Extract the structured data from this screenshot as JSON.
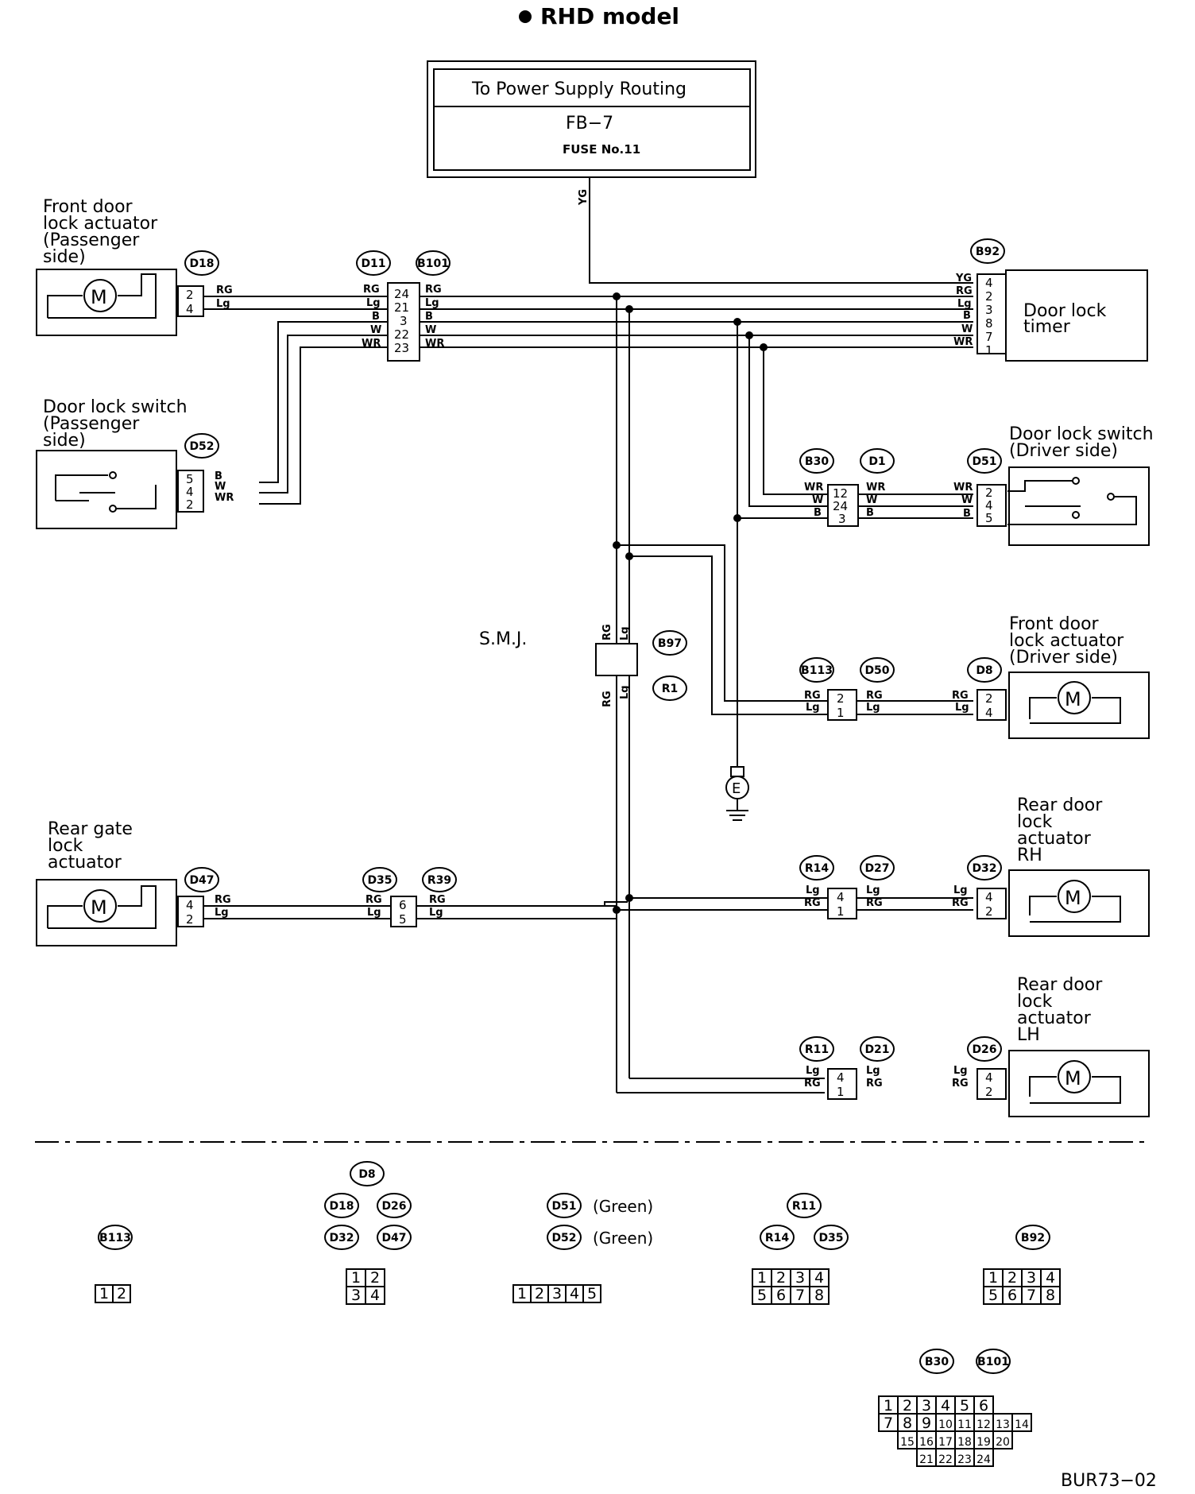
{
  "title": "RHD model",
  "footer_code": "BUR73−02",
  "power": {
    "line1": "To Power Supply Routing",
    "line2": "FB−7",
    "line3": "FUSE No.11",
    "wire": "YG"
  },
  "components": {
    "fdla_pass": [
      "Front door",
      "lock actuator",
      "(Passenger",
      " side)"
    ],
    "dls_pass": [
      "Door lock switch",
      "(Passenger",
      " side)"
    ],
    "timer": [
      "Door lock",
      "timer"
    ],
    "dls_drv": [
      "Door lock switch",
      "(Driver side)"
    ],
    "fdla_drv": [
      "Front door",
      "lock actuator",
      "(Driver side)"
    ],
    "smj": "S.M.J.",
    "rear_gate": [
      "Rear gate",
      " lock",
      " actuator"
    ],
    "rdla_rh": [
      "Rear door",
      " lock",
      " actuator",
      " RH"
    ],
    "rdla_lh": [
      "Rear door",
      " lock",
      " actuator",
      " LH"
    ]
  },
  "connectors": [
    "D18",
    "D11",
    "B101",
    "B92",
    "D52",
    "B30",
    "D1",
    "D51",
    "B97",
    "R1",
    "B113",
    "D50",
    "D8",
    "D47",
    "D35",
    "R39",
    "R14",
    "D27",
    "D32",
    "R11",
    "D21",
    "D26"
  ],
  "ground": "E",
  "legend": {
    "green1": "(Green)",
    "green2": "(Green)",
    "b113_pins": [
      "1",
      "2"
    ],
    "d8_pins": [
      "1",
      "2",
      "3",
      "4"
    ],
    "d51_pins": [
      "1",
      "2",
      "3",
      "4",
      "5"
    ],
    "r11_pins": [
      "1",
      "2",
      "3",
      "4",
      "5",
      "6",
      "7",
      "8"
    ],
    "b92_pins": [
      "1",
      "2",
      "3",
      "4",
      "5",
      "6",
      "7",
      "8"
    ],
    "b30_pins": [
      "1",
      "2",
      "3",
      "4",
      "5",
      "6",
      "7",
      "8",
      "9",
      "10",
      "11",
      "12",
      "13",
      "14",
      "15",
      "16",
      "17",
      "18",
      "19",
      "20",
      "21",
      "22",
      "23",
      "24"
    ]
  }
}
